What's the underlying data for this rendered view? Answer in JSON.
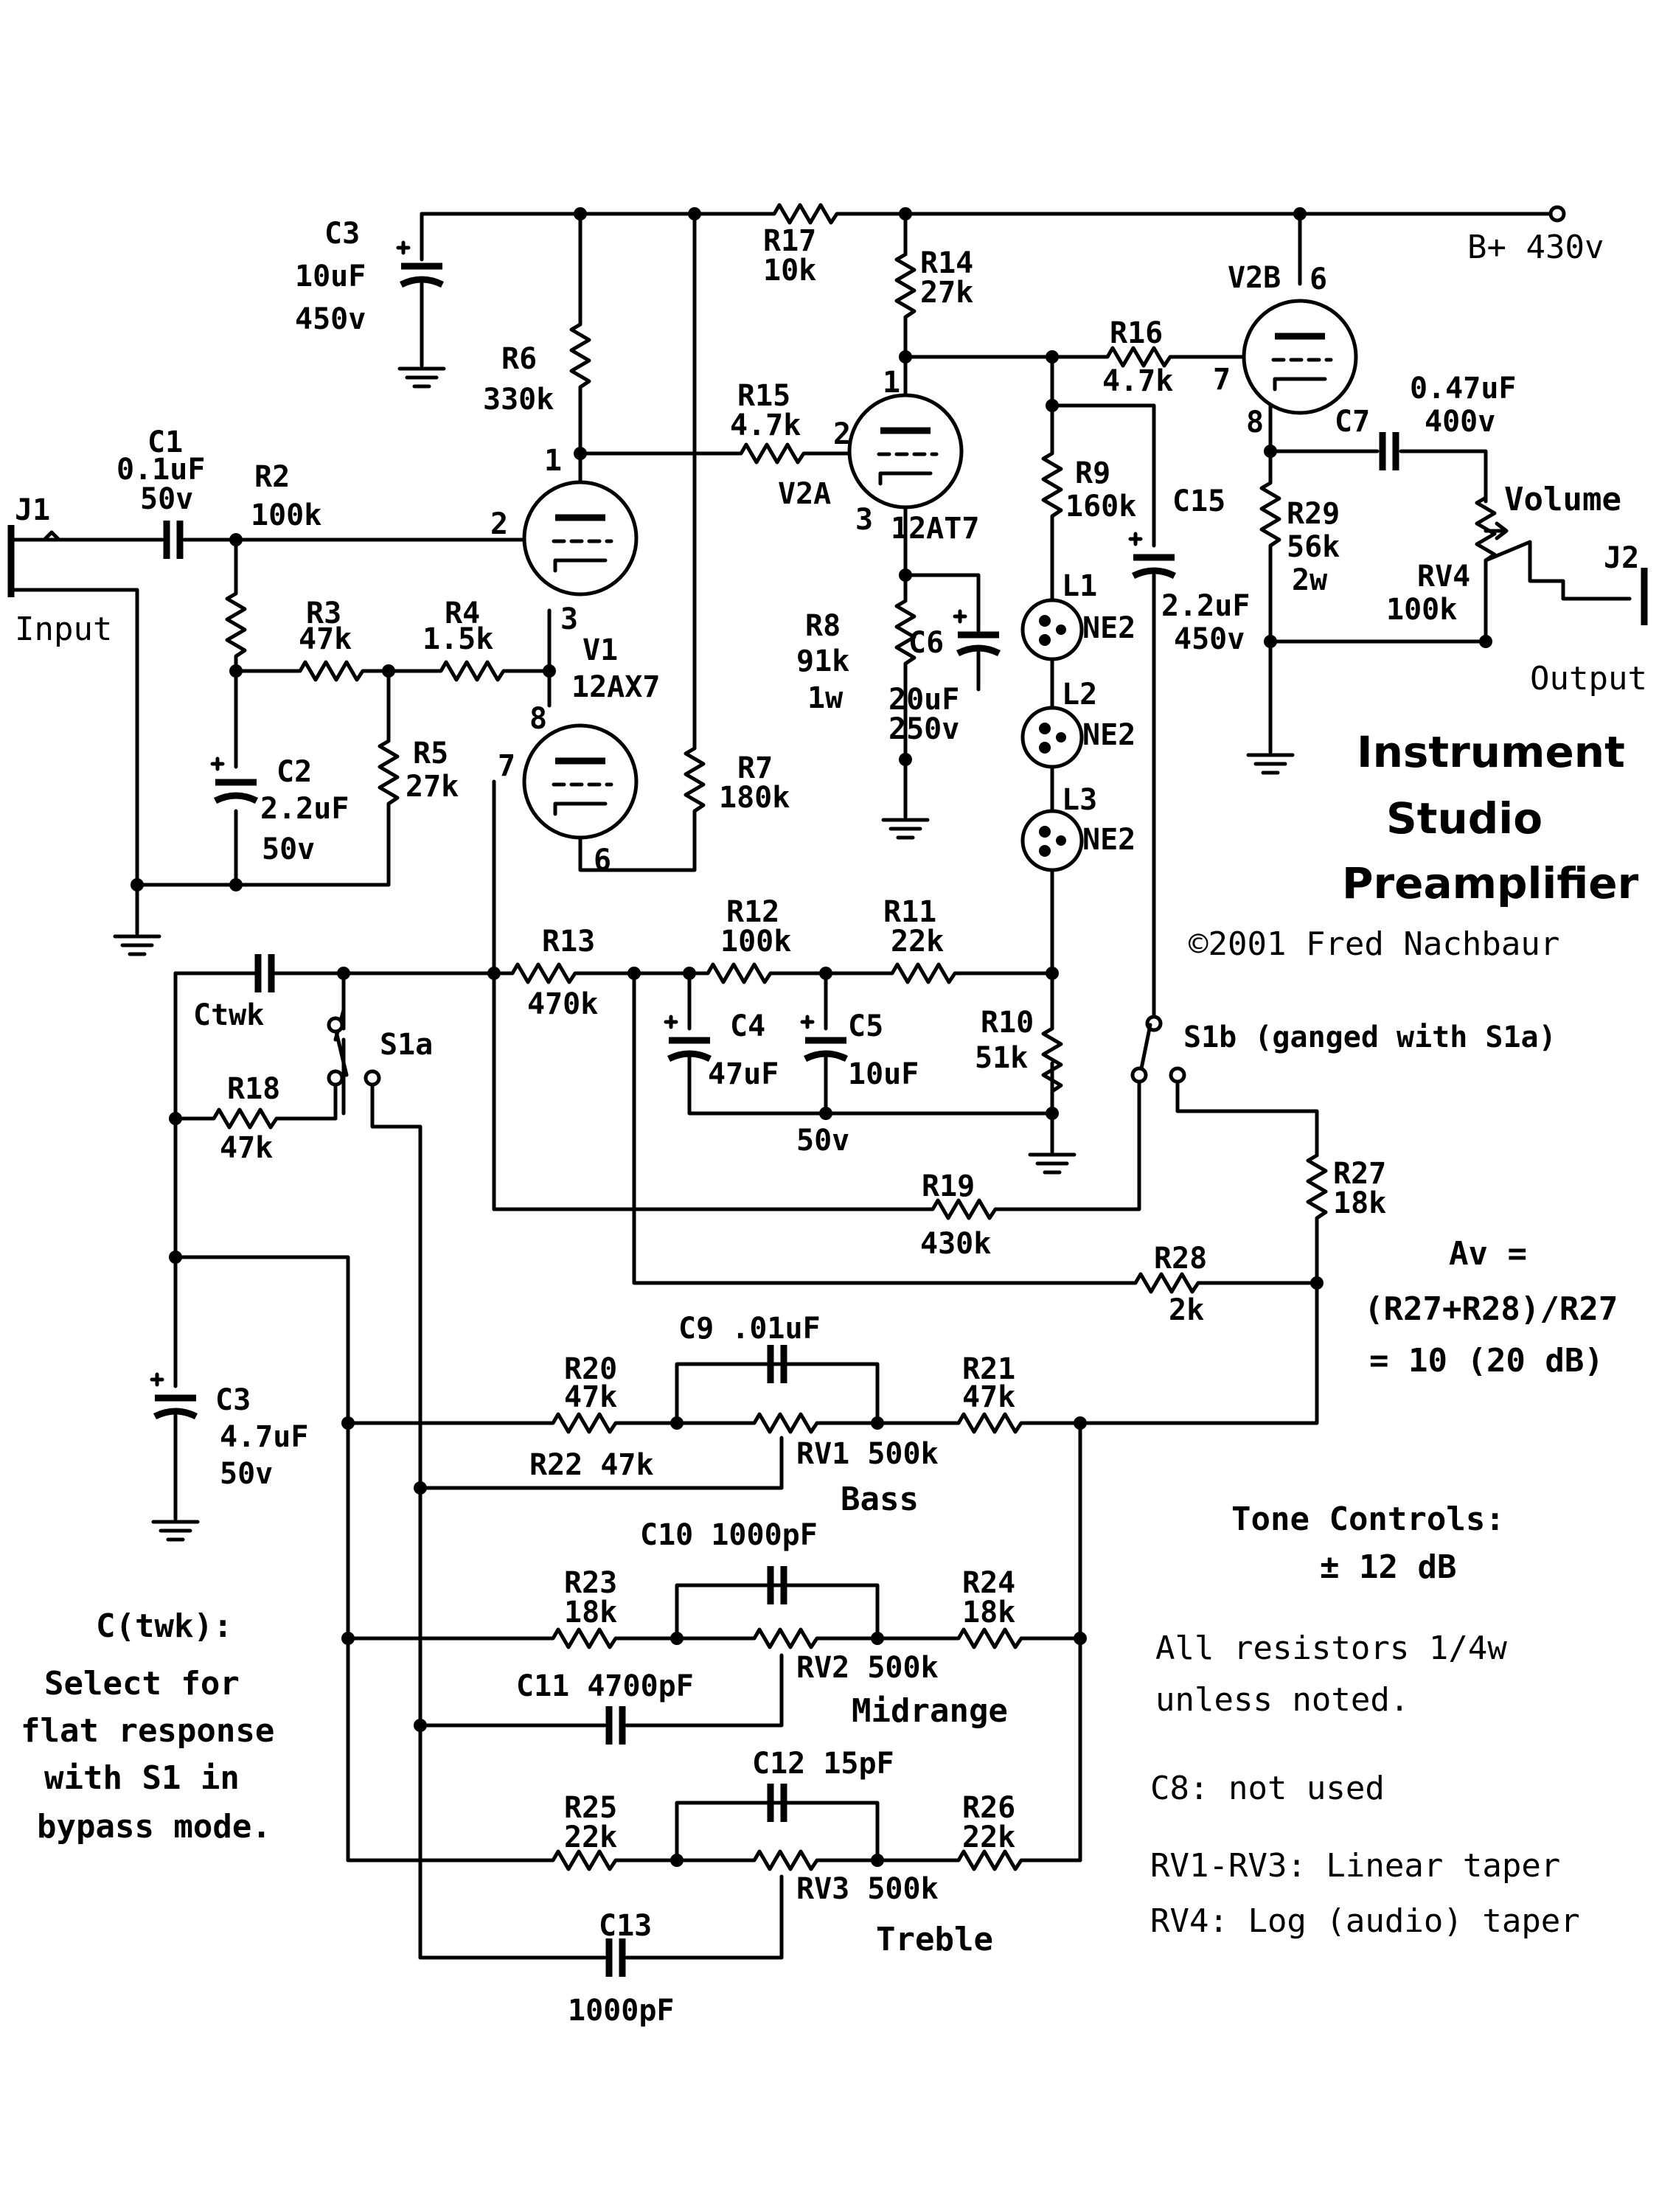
{
  "title": [
    "Instrument",
    "Studio",
    "Preamplifier"
  ],
  "copyright": "©2001 Fred Nachbaur",
  "supply": "B+ 430v",
  "tubes": {
    "v1": [
      "V1",
      "12AX7"
    ],
    "v2a": [
      "V2A",
      "12AT7"
    ],
    "v2b": "V2B"
  },
  "pins": [
    "1",
    "2",
    "3",
    "8",
    "7",
    "6",
    "1",
    "2",
    "3",
    "6",
    "7",
    "8"
  ],
  "jacks": {
    "j1": "J1",
    "input": "Input",
    "j2": "J2",
    "output": "Output"
  },
  "parts": {
    "c3_top": [
      "C3",
      "10uF",
      "450v"
    ],
    "r6": [
      "R6",
      "330k"
    ],
    "r17": [
      "R17",
      "10k"
    ],
    "r14": [
      "R14",
      "27k"
    ],
    "r15": [
      "R15",
      "4.7k"
    ],
    "r16": [
      "R16",
      "4.7k"
    ],
    "c1": [
      "C1",
      "0.1uF",
      "50v"
    ],
    "r2": [
      "R2",
      "100k"
    ],
    "r3": [
      "R3",
      "47k"
    ],
    "r4": [
      "R4",
      "1.5k"
    ],
    "r5": [
      "R5",
      "27k"
    ],
    "c2": [
      "C2",
      "2.2uF",
      "50v"
    ],
    "r7": [
      "R7",
      "180k"
    ],
    "r8": [
      "R8",
      "91k",
      "1w"
    ],
    "c6": [
      "C6",
      "20uF",
      "250v"
    ],
    "r9": [
      "R9",
      "160k"
    ],
    "c15": [
      "C15",
      "2.2uF",
      "450v"
    ],
    "l1": [
      "L1",
      "NE2"
    ],
    "l2": [
      "L2",
      "NE2"
    ],
    "l3": [
      "L3",
      "NE2"
    ],
    "c7": [
      "C7",
      "0.47uF",
      "400v"
    ],
    "r29": [
      "R29",
      "56k",
      "2w"
    ],
    "rv4": [
      "RV4",
      "100k"
    ],
    "volume": "Volume",
    "r13": [
      "R13",
      "470k"
    ],
    "r12": [
      "R12",
      "100k"
    ],
    "r11": [
      "R11",
      "22k"
    ],
    "c4": [
      "C4",
      "47uF"
    ],
    "c5": [
      "C5",
      "10uF"
    ],
    "c45_v": "50v",
    "r10": [
      "R10",
      "51k"
    ],
    "ctwk": "Ctwk",
    "s1a": "S1a",
    "s1b": "S1b (ganged with S1a)",
    "r18": [
      "R18",
      "47k"
    ],
    "r19": [
      "R19",
      "430k"
    ],
    "r27": [
      "R27",
      "18k"
    ],
    "r28": [
      "R28",
      "2k"
    ],
    "c3_low": [
      "C3",
      "4.7uF",
      "50v"
    ],
    "c9": "C9 .01uF",
    "r20": [
      "R20",
      "47k"
    ],
    "r21": [
      "R21",
      "47k"
    ],
    "r22": "R22 47k",
    "rv1": "RV1 500k",
    "bass": "Bass",
    "c10": "C10 1000pF",
    "r23": [
      "R23",
      "18k"
    ],
    "r24": [
      "R24",
      "18k"
    ],
    "rv2": "RV2 500k",
    "c11": "C11 4700pF",
    "midrange": "Midrange",
    "c12": "C12 15pF",
    "r25": [
      "R25",
      "22k"
    ],
    "r26": [
      "R26",
      "22k"
    ],
    "rv3": "RV3 500k",
    "c13": [
      "C13",
      "1000pF"
    ],
    "treble": "Treble"
  },
  "notes": {
    "av": [
      "Av =",
      "(R27+R28)/R27",
      "= 10 (20 dB)"
    ],
    "tone": [
      "Tone Controls:",
      "± 12 dB"
    ],
    "resistors": [
      "All resistors 1/4w",
      "unless noted."
    ],
    "c8": "C8: not used",
    "rv1_rv3": "RV1-RV3: Linear taper",
    "rv4": "RV4: Log (audio) taper",
    "ctwk": [
      "C(twk):",
      "Select for",
      "flat response",
      "with S1 in",
      "bypass mode."
    ]
  }
}
